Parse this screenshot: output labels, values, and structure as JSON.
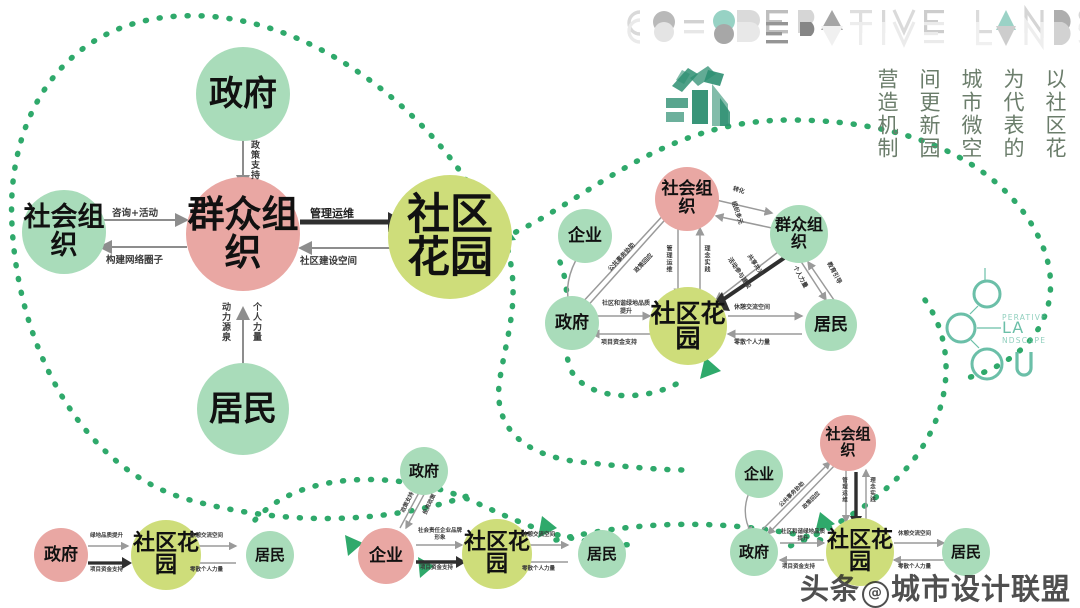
{
  "meta": {
    "headline_text": "CO-OPERATIVE LANDSCAPE",
    "watermark_prefix": "头条",
    "watermark_badge": "@",
    "watermark_name": "城市设计联盟",
    "logo_mark_label": "community-garden-logo",
    "brand_mark_o1": "O",
    "brand_mark_o2": "O",
    "brand_mark_o3": "O",
    "brand_mark_u": "U",
    "brand_mark_la": "LA",
    "brand_mark_perative": "PERATIVE",
    "brand_mark_ndscape": "NDSCAPE"
  },
  "colors": {
    "mint": "#a9dcba",
    "mint_dark": "#8ccfa4",
    "pink": "#e9a7a3",
    "yellow_green": "#cedd7a",
    "dotted_green": "#2fa96b",
    "arrow_grey": "#8d8d8d",
    "arrow_dark": "#3b3b3b",
    "poem_ink": "#6b7d6b"
  },
  "poem": {
    "columns": [
      "以社区花",
      "为代表的",
      "城市微空",
      "间更新园",
      "营造机制"
    ]
  },
  "diagram_main": {
    "name": "main-cooperation-diagram",
    "nodes": [
      {
        "id": "gov",
        "label": "政府",
        "color": "mint"
      },
      {
        "id": "social",
        "label": "社会组织",
        "color": "mint"
      },
      {
        "id": "mass",
        "label": "群众组织",
        "color": "pink"
      },
      {
        "id": "resident",
        "label": "居民",
        "color": "mint"
      },
      {
        "id": "garden",
        "label": "社区花园",
        "color": "yellow_green"
      }
    ],
    "edges": [
      {
        "from": "gov",
        "to": "mass",
        "label": "政策支持"
      },
      {
        "from": "social",
        "to": "mass",
        "label": "咨询+活动"
      },
      {
        "from": "mass",
        "to": "social",
        "label": "构建网络圈子"
      },
      {
        "from": "mass",
        "to": "garden",
        "label": "管理运维"
      },
      {
        "from": "garden",
        "to": "mass",
        "label": "社区建设空间"
      },
      {
        "from": "resident",
        "to": "mass",
        "label": "动力源泉"
      },
      {
        "from": "resident",
        "to": "mass",
        "label": "个人力量"
      }
    ]
  },
  "diagram_mid": {
    "name": "mid-cooperation-diagram",
    "nodes": [
      {
        "id": "enterprise",
        "label": "企业",
        "color": "mint"
      },
      {
        "id": "social",
        "label": "社会组织",
        "color": "pink"
      },
      {
        "id": "mass",
        "label": "群众组织",
        "color": "mint"
      },
      {
        "id": "gov",
        "label": "政府",
        "color": "mint"
      },
      {
        "id": "garden",
        "label": "社区花园",
        "color": "yellow_green"
      },
      {
        "id": "resident",
        "label": "居民",
        "color": "mint"
      }
    ],
    "edges": [
      {
        "from": "social",
        "to": "mass",
        "label": "转化"
      },
      {
        "from": "mass",
        "to": "social",
        "label": "组织多元"
      },
      {
        "from": "gov",
        "to": "social",
        "label": "公共事务协助"
      },
      {
        "from": "social",
        "to": "gov",
        "label": "政策回应"
      },
      {
        "from": "social",
        "to": "garden",
        "label": "管理运维"
      },
      {
        "from": "garden",
        "to": "social",
        "label": "理念实践"
      },
      {
        "from": "mass",
        "to": "garden",
        "label": "活动参与建设"
      },
      {
        "from": "garden",
        "to": "mass",
        "label": "共享共治"
      },
      {
        "from": "resident",
        "to": "mass",
        "label": "个人力量"
      },
      {
        "from": "mass",
        "to": "resident",
        "label": "教育引导"
      },
      {
        "from": "gov",
        "to": "garden",
        "label": "项目资金支持"
      },
      {
        "from": "garden",
        "to": "gov",
        "label": "社区和谐绿地品质提升"
      },
      {
        "from": "garden",
        "to": "resident",
        "label": "休憩交流空间"
      },
      {
        "from": "resident",
        "to": "garden",
        "label": "零散个人力量"
      }
    ]
  },
  "diagram_lower_right": {
    "name": "lower-right-cooperation-diagram",
    "nodes": [
      {
        "id": "enterprise",
        "label": "企业",
        "color": "mint"
      },
      {
        "id": "social",
        "label": "社会组织",
        "color": "pink"
      },
      {
        "id": "gov",
        "label": "政府",
        "color": "mint"
      },
      {
        "id": "garden",
        "label": "社区花园",
        "color": "yellow_green"
      },
      {
        "id": "resident",
        "label": "居民",
        "color": "mint"
      }
    ],
    "edges": [
      {
        "from": "gov",
        "to": "social",
        "label": "公共事务协助"
      },
      {
        "from": "social",
        "to": "gov",
        "label": "政策回应"
      },
      {
        "from": "social",
        "to": "garden",
        "label": "管理运维"
      },
      {
        "from": "garden",
        "to": "social",
        "label": "理念实践"
      },
      {
        "from": "garden",
        "to": "gov",
        "label": "社区和谐绿地品质提升"
      },
      {
        "from": "gov",
        "to": "garden",
        "label": "项目资金支持"
      },
      {
        "from": "garden",
        "to": "resident",
        "label": "休憩交流空间"
      },
      {
        "from": "resident",
        "to": "garden",
        "label": "零散个人力量"
      }
    ]
  },
  "diagram_lower_center": {
    "name": "lower-center-cooperation-diagram",
    "nodes": [
      {
        "id": "gov",
        "label": "政府",
        "color": "mint"
      },
      {
        "id": "enterprise",
        "label": "企业",
        "color": "pink"
      },
      {
        "id": "garden",
        "label": "社区花园",
        "color": "yellow_green"
      },
      {
        "id": "resident",
        "label": "居民",
        "color": "mint"
      }
    ],
    "edges": [
      {
        "from": "enterprise",
        "to": "gov",
        "label": "政策支持"
      },
      {
        "from": "gov",
        "to": "enterprise",
        "label": "投资政策"
      },
      {
        "from": "enterprise",
        "to": "garden",
        "label": "项目资金支持"
      },
      {
        "from": "garden",
        "to": "enterprise",
        "label": "社会责任企业品牌形象"
      },
      {
        "from": "garden",
        "to": "resident",
        "label": "休憩交流空间"
      },
      {
        "from": "resident",
        "to": "garden",
        "label": "零散个人力量"
      }
    ]
  },
  "diagram_lower_left": {
    "name": "lower-left-cooperation-diagram",
    "nodes": [
      {
        "id": "gov",
        "label": "政府",
        "color": "pink"
      },
      {
        "id": "garden",
        "label": "社区花园",
        "color": "yellow_green"
      },
      {
        "id": "resident",
        "label": "居民",
        "color": "mint"
      }
    ],
    "edges": [
      {
        "from": "garden",
        "to": "gov",
        "label": "绿地品质提升"
      },
      {
        "from": "gov",
        "to": "garden",
        "label": "项目资金支持"
      },
      {
        "from": "garden",
        "to": "resident",
        "label": "休憩交流空间"
      },
      {
        "from": "resident",
        "to": "garden",
        "label": "零散个人力量"
      }
    ]
  }
}
